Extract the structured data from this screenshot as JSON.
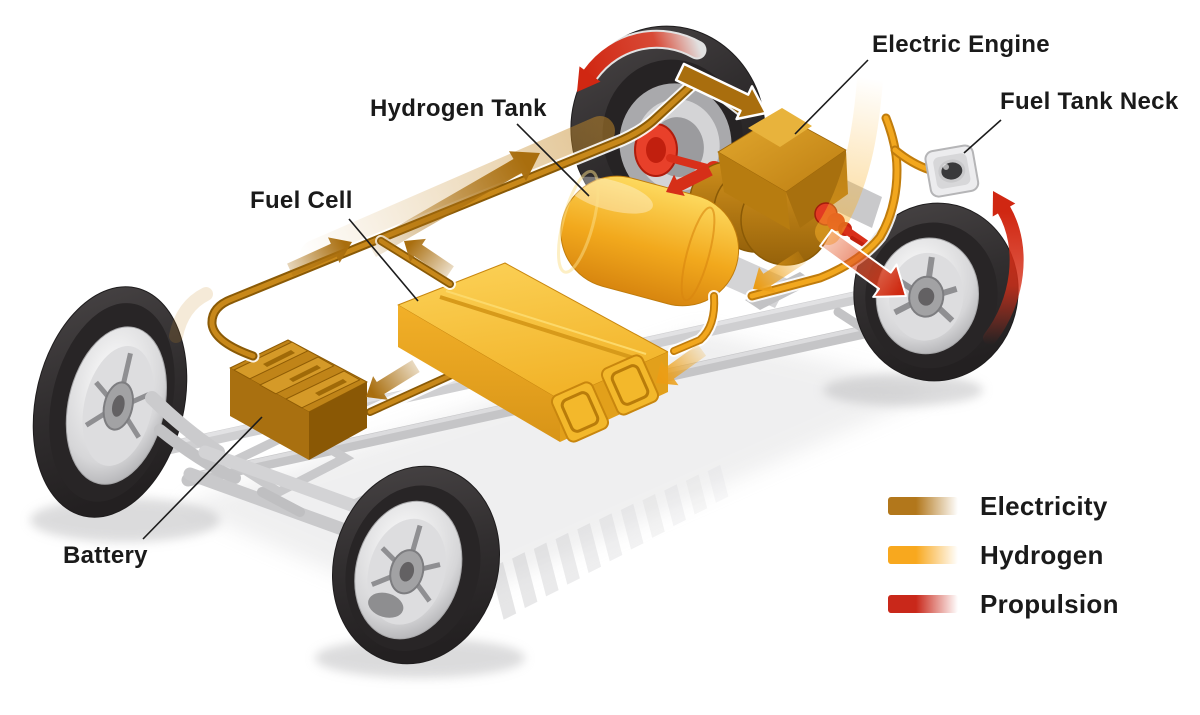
{
  "diagram": {
    "subject": "hydrogen-fuel-cell-vehicle-chassis-cutaway",
    "labels": {
      "electric_engine": "Electric Engine",
      "fuel_tank_neck": "Fuel Tank Neck",
      "hydrogen_tank": "Hydrogen Tank",
      "fuel_cell": "Fuel Cell",
      "battery": "Battery"
    },
    "legend": {
      "items": [
        {
          "id": "electricity",
          "label": "Electricity",
          "color": "#B2771B"
        },
        {
          "id": "hydrogen",
          "label": "Hydrogen",
          "color": "#F8A81E"
        },
        {
          "id": "propulsion",
          "label": "Propulsion",
          "color": "#C9281A"
        }
      ]
    },
    "colors": {
      "electricity_pipe": "#C8881A",
      "electricity_arrow": "#A96E0E",
      "hydrogen_pipe": "#F2A71E",
      "propulsion_red": "#D62F18",
      "component_yellow": "#F6BF3A",
      "component_orange": "#C8861A",
      "chassis_gray": "#D2D2D4",
      "tire_black": "#312E2F",
      "label_text": "#1A1A1A",
      "background": "#FFFFFF"
    }
  }
}
